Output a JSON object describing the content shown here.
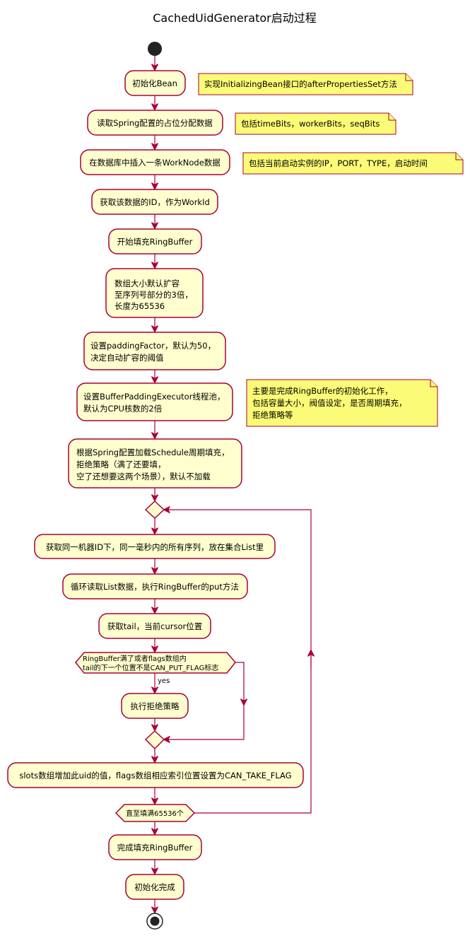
{
  "title": "CachedUidGenerator启动过程",
  "activities": {
    "init_bean": "初始化Bean",
    "read_spring": "读取Spring配置的占位分配数据",
    "insert_worknode": "在数据库中插入一条WorkNode数据",
    "get_id": "获取该数据的ID，作为WorkId",
    "start_fill": "开始填充RingBuffer",
    "array_size": [
      "数组大小默认扩容",
      "至序列号部分的3倍，",
      "长度为65536"
    ],
    "padding_factor": [
      "设置paddingFactor，默认为50，",
      "决定自动扩容的阈值"
    ],
    "executor": [
      "设置BufferPaddingExecutor线程池，",
      "默认为CPU核数的2倍"
    ],
    "schedule": [
      "根据Spring配置加载Schedule周期填充，",
      "拒绝策略（满了还要填，",
      "空了还想要这两个场景），默认不加载"
    ],
    "get_sequences": "获取同一机器ID下，同一毫秒内的所有序列，放在集合List里",
    "loop_put": "循环读取List数据，执行RingBuffer的put方法",
    "get_tail": "获取tail，当前cursor位置",
    "reject": "执行拒绝策略",
    "slots": "slots数组增加此uid的值，flags数组相应索引位置设置为CAN_TAKE_FLAG",
    "finish_fill": "完成填充RingBuffer",
    "init_done": "初始化完成"
  },
  "notes": {
    "note1": "实现InitializingBean接口的afterPropertiesSet方法",
    "note2": "包括timeBits，workerBits，seqBits",
    "note3": "包括当前启动实例的IP，PORT，TYPE，启动时间",
    "note4": [
      "主要是完成RingBuffer的初始化工作，",
      "包括容量大小，阀值设定，是否周期填充，",
      "拒绝策略等"
    ]
  },
  "conditions": {
    "if_full": [
      "RingBuffer满了或者flags数组内",
      "tail的下一个位置不是CAN_PUT_FLAG标志"
    ],
    "if_yes": "yes",
    "repeat_until": "直至填满65536个"
  }
}
